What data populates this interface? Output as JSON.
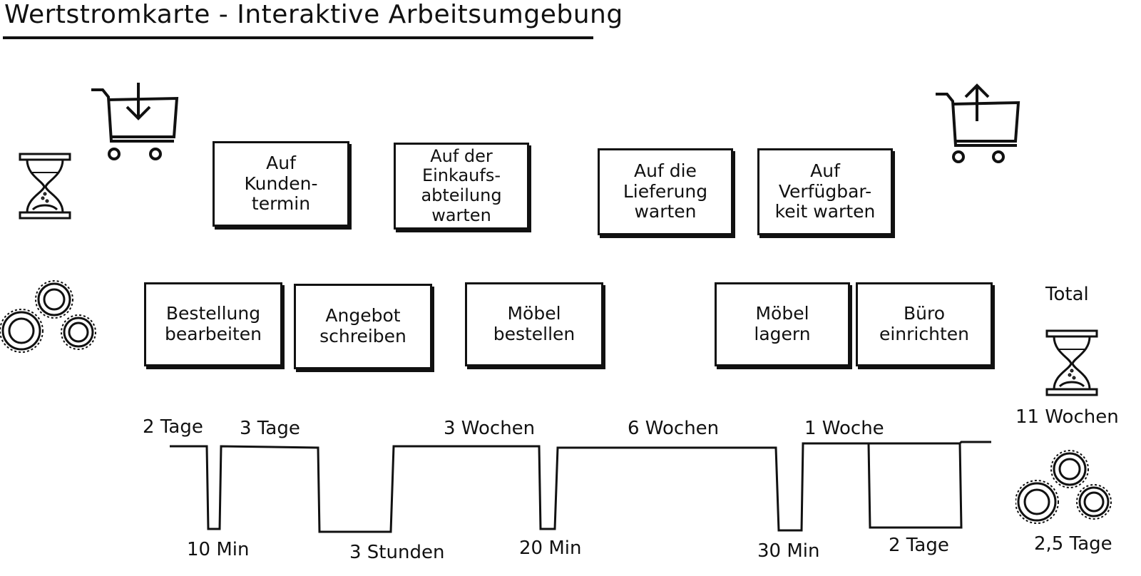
{
  "title": "Wertstromkarte - Interaktive Arbeitsumgebung",
  "waiting_boxes": [
    {
      "label": "Auf\nKunden-\ntermin"
    },
    {
      "label": "Auf der\nEinkaufs-\nabteilung\nwarten"
    },
    {
      "label": "Auf die\nLieferung\nwarten"
    },
    {
      "label": "Auf\nVerfügbar-\nkeit warten"
    }
  ],
  "process_boxes": [
    {
      "label": "Bestellung\nbearbeiten"
    },
    {
      "label": "Angebot\nschreiben"
    },
    {
      "label": "Möbel\nbestellen"
    },
    {
      "label": "Möbel\nlagern"
    },
    {
      "label": "Büro\neinrichten"
    }
  ],
  "wait_times": [
    "2 Tage",
    "3 Tage",
    "3 Wochen",
    "6 Wochen",
    "1 Woche"
  ],
  "process_times": [
    "10 Min",
    "3 Stunden",
    "20 Min",
    "30 Min",
    "2 Tage"
  ],
  "totals": {
    "label": "Total",
    "wait_total": "11 Wochen",
    "process_total": "2,5 Tage"
  },
  "icons": {
    "cart_in": "shopping-cart-download-icon",
    "cart_out": "shopping-cart-upload-icon",
    "hourglass": "hourglass-icon",
    "gears": "gears-icon"
  }
}
